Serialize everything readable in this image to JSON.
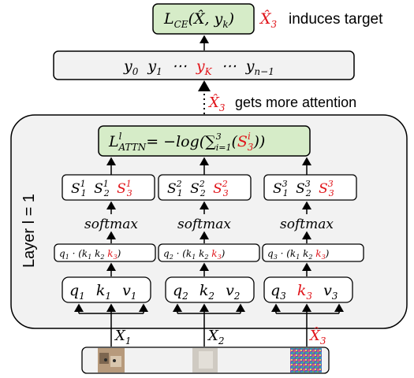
{
  "loss_ce": {
    "L": "L",
    "sub": "CE",
    "args": "(X̂, y",
    "args_sub": "k",
    "close": ")"
  },
  "top_note": {
    "xhat": "X̂",
    "sub": "3",
    "text": "induces target"
  },
  "output_tokens": {
    "y0": {
      "base": "y",
      "sub": "0"
    },
    "y1": {
      "base": "y",
      "sub": "1"
    },
    "dots1": "⋯",
    "yK": {
      "base": "y",
      "sub": "K"
    },
    "dots2": "⋯",
    "yn1": {
      "base": "y",
      "sub": "n−1"
    }
  },
  "mid_note": {
    "xhat": "X̂",
    "sub": "3",
    "text": "gets more attention"
  },
  "layer_label": "Layer l = 1",
  "attn_loss": {
    "L": "L",
    "sup": "l",
    "sub": "ATTN",
    "eq": "= −log(∑",
    "sum_sup": "3",
    "sum_sub": "i=1",
    "paren_open": "(",
    "S": "S",
    "S_sup": "i",
    "S_sub": "3",
    "close": "))"
  },
  "columns": [
    {
      "scores": [
        "S",
        "S",
        "S"
      ],
      "score_sups": [
        "1",
        "1",
        "1"
      ],
      "score_subs": [
        "1",
        "2",
        "3"
      ],
      "softmax": "softmax",
      "qk": "q",
      "qk_sub": "1",
      "qk_rest": " · (k",
      "k1": "1",
      "k2": "2",
      "k3": "3",
      "q": "q",
      "q_sub": "1",
      "k": "k",
      "k_sub": "1",
      "v": "v",
      "v_sub": "1",
      "input": "X",
      "input_sub": "1"
    },
    {
      "scores": [
        "S",
        "S",
        "S"
      ],
      "score_sups": [
        "2",
        "2",
        "2"
      ],
      "score_subs": [
        "1",
        "2",
        "3"
      ],
      "softmax": "softmax",
      "qk": "q",
      "qk_sub": "2",
      "qk_rest": " · (k",
      "k1": "1",
      "k2": "2",
      "k3": "3",
      "q": "q",
      "q_sub": "2",
      "k": "k",
      "k_sub": "2",
      "v": "v",
      "v_sub": "2",
      "input": "X",
      "input_sub": "2"
    },
    {
      "scores": [
        "S",
        "S",
        "S"
      ],
      "score_sups": [
        "3",
        "3",
        "3"
      ],
      "score_subs": [
        "1",
        "2",
        "3"
      ],
      "softmax": "softmax",
      "qk": "q",
      "qk_sub": "3",
      "qk_rest": " · (k",
      "k1": "1",
      "k2": "2",
      "k3": "3",
      "q": "q",
      "q_sub": "3",
      "k": "k",
      "k_sub": "3",
      "v": "v",
      "v_sub": "3",
      "input": "X̂",
      "input_sub": "3"
    }
  ],
  "colors": {
    "green": "#d6ecc8",
    "gray_box": "#f2f2f2",
    "red": "#e0141a"
  },
  "images": [
    "cat-photo",
    "blurred-photo",
    "adversarial-noise-patch"
  ]
}
